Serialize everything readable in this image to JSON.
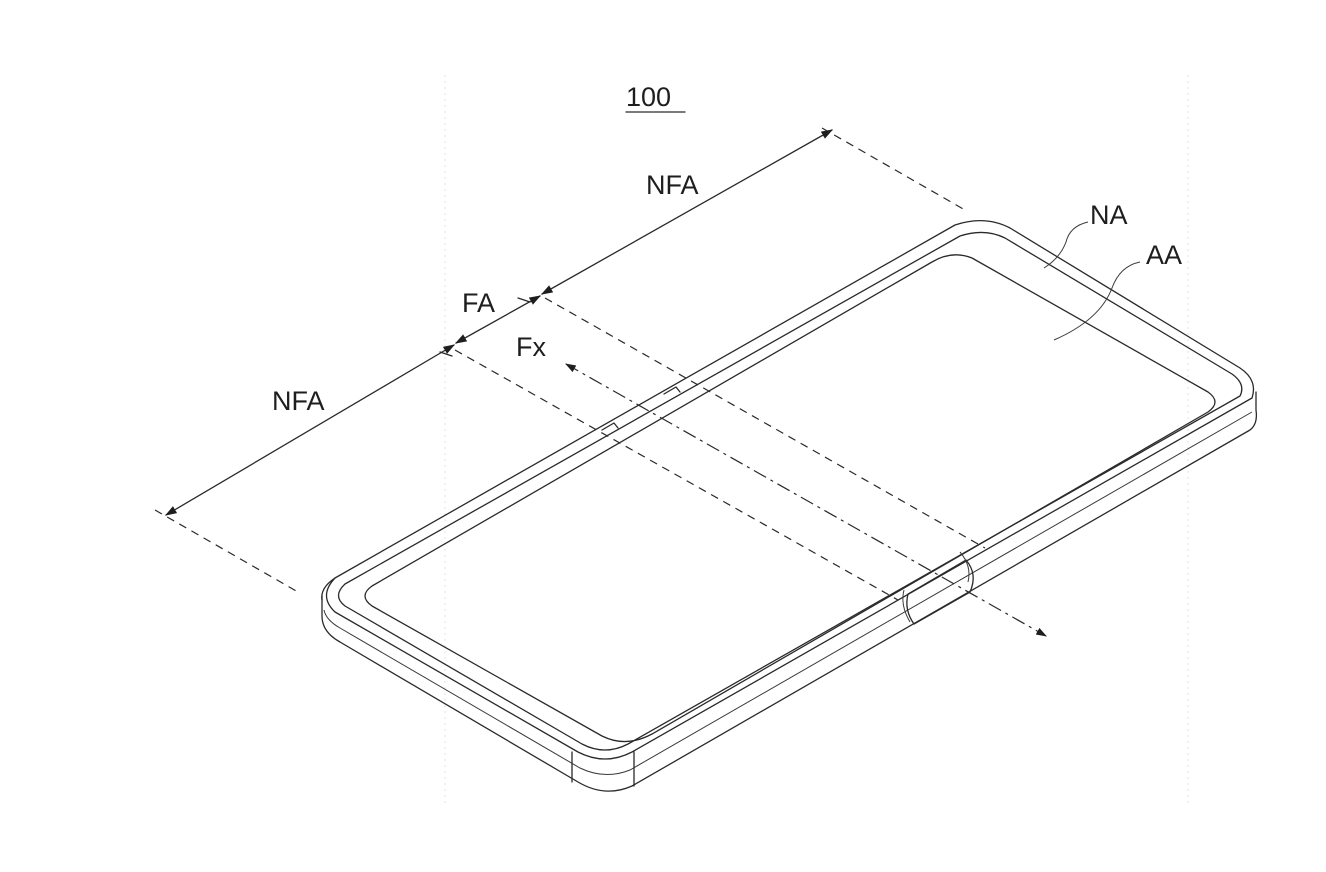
{
  "figure": {
    "reference_numeral": "100",
    "labels": {
      "nfa_top": "NFA",
      "nfa_left": "NFA",
      "fa": "FA",
      "fx": "Fx",
      "na": "NA",
      "aa": "AA"
    }
  }
}
